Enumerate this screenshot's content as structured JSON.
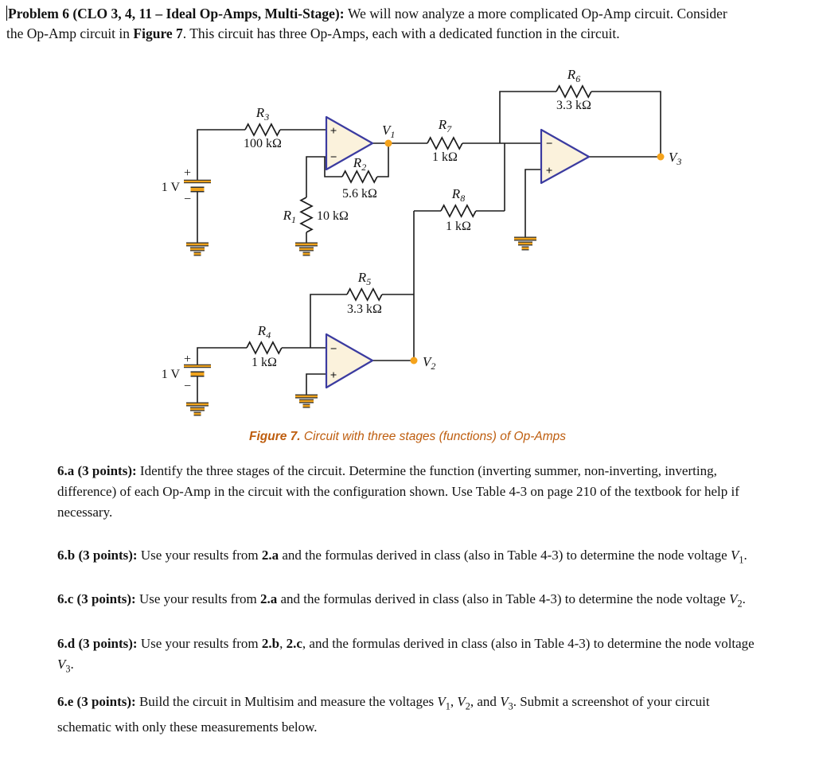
{
  "header": {
    "segments": [
      {
        "t": "Problem 6 (CLO 3, 4, 11 – Ideal Op-Amps, Multi-Stage): ",
        "b": true
      },
      {
        "t": "We will now analyze a more complicated Op-Amp circuit.  Consider the Op-Amp circuit in "
      },
      {
        "t": "Figure 7",
        "b": true
      },
      {
        "t": ".  This circuit has three Op-Amps, each with a dedicated function in the circuit."
      }
    ]
  },
  "figure": {
    "caption_segments": [
      {
        "t": "Figure 7. ",
        "b": true,
        "i": true
      },
      {
        "t": "Circuit with three stages (functions) of Op-Amps",
        "i": true
      }
    ],
    "labels": {
      "r1": {
        "base": "R",
        "sub": "1",
        "value": "10 kΩ"
      },
      "r2": {
        "base": "R",
        "sub": "2",
        "value": "5.6 kΩ"
      },
      "r3": {
        "base": "R",
        "sub": "3",
        "value": "100 kΩ"
      },
      "r4": {
        "base": "R",
        "sub": "4",
        "value": "1 kΩ"
      },
      "r5": {
        "base": "R",
        "sub": "5",
        "value": "3.3 kΩ"
      },
      "r6": {
        "base": "R",
        "sub": "6",
        "value": "3.3 kΩ"
      },
      "r7": {
        "base": "R",
        "sub": "7",
        "value": "1 kΩ"
      },
      "r8": {
        "base": "R",
        "sub": "8",
        "value": "1 kΩ"
      },
      "v1": {
        "base": "V",
        "sub": "1"
      },
      "v2": {
        "base": "V",
        "sub": "2"
      },
      "v3": {
        "base": "V",
        "sub": "3"
      },
      "src_top": {
        "plus": "+",
        "value": "1 V",
        "minus": "−"
      },
      "src_bottom": {
        "plus": "+",
        "value": "1 V",
        "minus": "−"
      },
      "opamp1": {
        "plus": "+",
        "minus": "−"
      },
      "opamp2": {
        "plus": "+",
        "minus": "−"
      },
      "opamp3": {
        "plus": "+",
        "minus": "−"
      }
    },
    "colors": {
      "gold": "#EFA31D",
      "node_orange": "#F5A31B",
      "opamp_stroke": "#3B3BA0",
      "opamp_fill": "#FBF2DC",
      "caption": "#BE5D0E"
    }
  },
  "questions": [
    {
      "segments": [
        {
          "t": "6.a (3 points):",
          "b": true
        },
        {
          "t": "  Identify the three stages of the circuit.  Determine the function (inverting summer, non-inverting, inverting, difference) of each Op-Amp in the circuit with the configuration shown.  Use Table 4-3 on page 210 of the textbook for help if necessary."
        }
      ]
    },
    {
      "segments": [
        {
          "t": "6.b (3 points):",
          "b": true
        },
        {
          "t": "  Use your results from "
        },
        {
          "t": "2.a",
          "b": true
        },
        {
          "t": " and the formulas derived in class (also in Table 4-3) to determine the node voltage "
        },
        {
          "t": "V",
          "i": true
        },
        {
          "t": "1",
          "s": true
        },
        {
          "t": "."
        }
      ]
    },
    {
      "segments": [
        {
          "t": "6.c (3 points):",
          "b": true
        },
        {
          "t": "  Use your results from "
        },
        {
          "t": "2.a",
          "b": true
        },
        {
          "t": " and the formulas derived in class (also in Table 4-3) to determine the node voltage "
        },
        {
          "t": "V",
          "i": true
        },
        {
          "t": "2",
          "s": true
        },
        {
          "t": "."
        }
      ]
    },
    {
      "segments": [
        {
          "t": "6.d (3 points):",
          "b": true
        },
        {
          "t": "  Use your results from "
        },
        {
          "t": "2.b",
          "b": true
        },
        {
          "t": ", "
        },
        {
          "t": "2.c",
          "b": true
        },
        {
          "t": ", and the formulas derived in class (also in Table 4-3) to determine the node voltage "
        },
        {
          "t": "V",
          "i": true
        },
        {
          "t": "3",
          "s": true
        },
        {
          "t": "."
        }
      ]
    },
    {
      "segments": [
        {
          "t": "6.e (3 points):",
          "b": true
        },
        {
          "t": " Build the circuit in Multisim and measure the voltages "
        },
        {
          "t": "V",
          "i": true
        },
        {
          "t": "1",
          "s": true
        },
        {
          "t": ", "
        },
        {
          "t": "V",
          "i": true
        },
        {
          "t": "2",
          "s": true
        },
        {
          "t": ", and "
        },
        {
          "t": "V",
          "i": true
        },
        {
          "t": "3",
          "s": true
        },
        {
          "t": ".  Submit a screenshot of your circuit schematic with only these measurements below."
        }
      ]
    }
  ]
}
